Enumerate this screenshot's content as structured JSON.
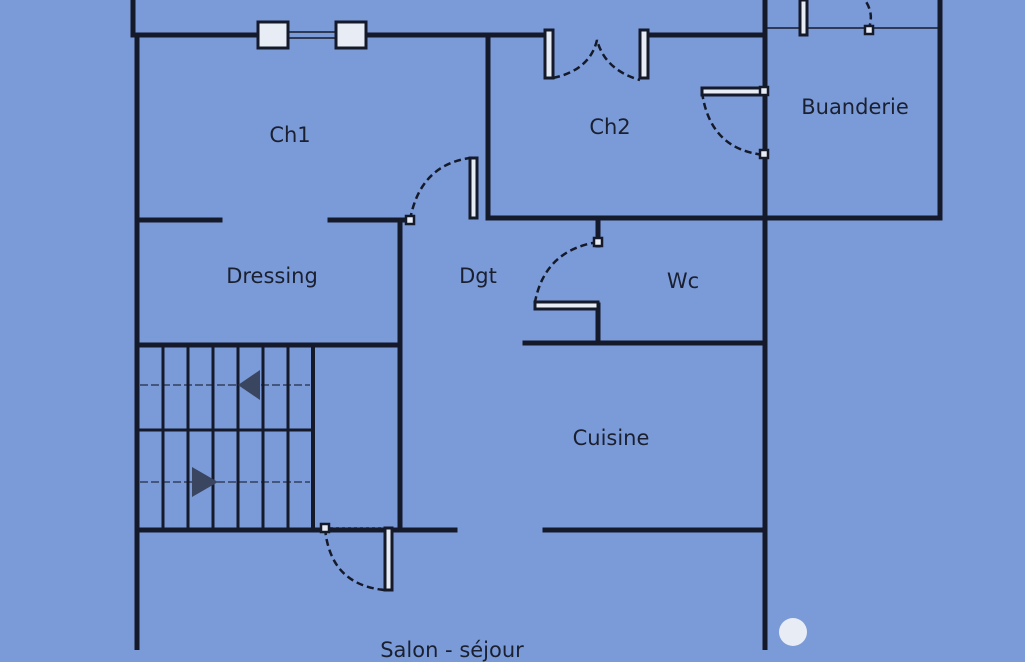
{
  "plan": {
    "rooms": {
      "ch1": "Ch1",
      "ch2": "Ch2",
      "buanderie": "Buanderie",
      "dressing": "Dressing",
      "dgt": "Dgt",
      "wc": "Wc",
      "cuisine": "Cuisine",
      "salon": "Salon - séjour"
    }
  },
  "colors": {
    "paper": "#7b9bd8",
    "ink": "#151a2a"
  }
}
